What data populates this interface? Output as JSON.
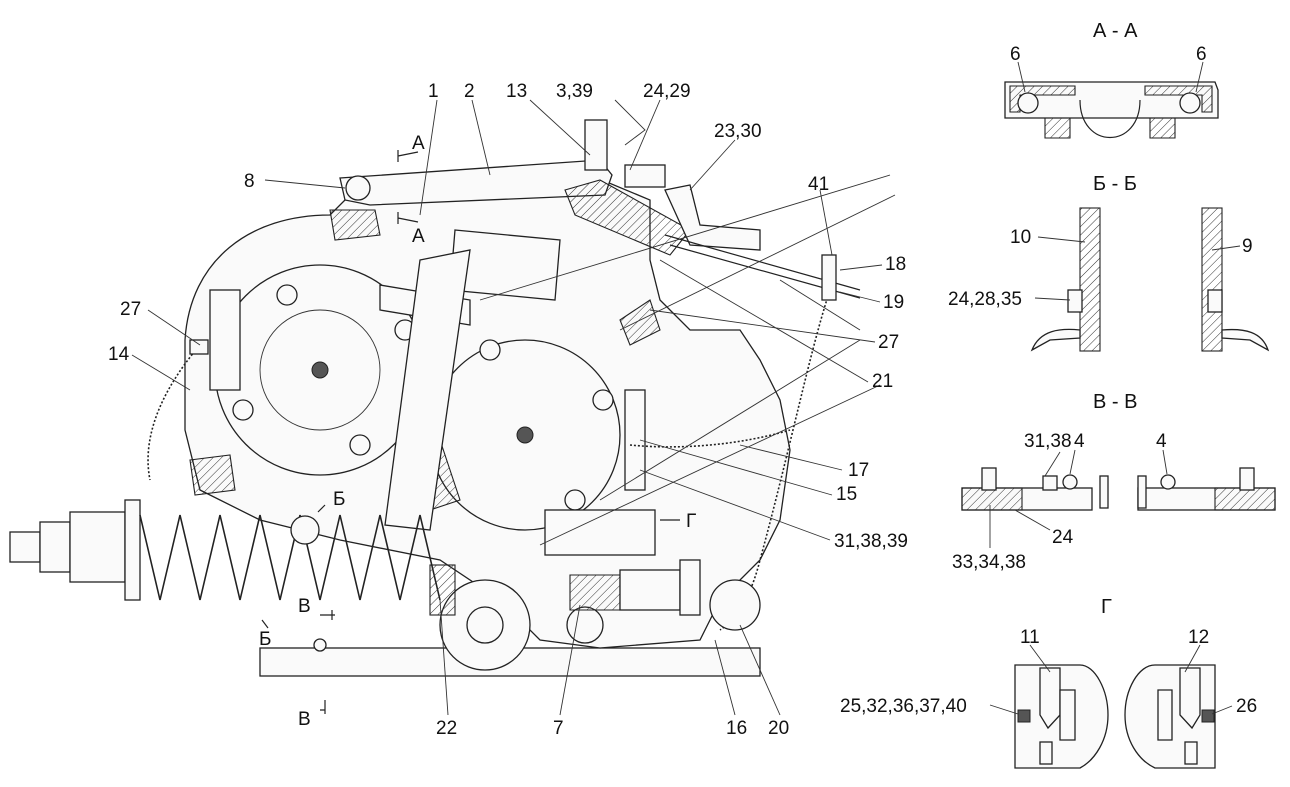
{
  "section_titles": {
    "aa": "А - А",
    "bb": "Б - Б",
    "vv": "В - В",
    "g": "Г"
  },
  "main_labels": {
    "l1": "1",
    "l2": "2",
    "l13": "13",
    "l3_39": "3,39",
    "l24_29": "24,29",
    "l23_30": "23,30",
    "l8": "8",
    "l41": "41",
    "l18": "18",
    "l19": "19",
    "l27a": "27",
    "l27b": "27",
    "l14": "14",
    "l21": "21",
    "l17": "17",
    "l15": "15",
    "l31_38_39": "31,38,39",
    "l22": "22",
    "l7": "7",
    "l16": "16",
    "l20": "20"
  },
  "cut_marks": {
    "a_top": "А",
    "a_bottom": "А",
    "b_top": "Б",
    "b_bottom": "Б",
    "v_top": "В",
    "v_bottom": "В",
    "g": "Г"
  },
  "aa_labels": {
    "left": "6",
    "right": "6"
  },
  "bb_labels": {
    "l10": "10",
    "l9": "9",
    "l24_28_35": "24,28,35"
  },
  "vv_labels": {
    "l31_38": "31,38",
    "l4a": "4",
    "l4b": "4",
    "l24": "24",
    "l33_34_38": "33,34,38"
  },
  "g_labels": {
    "l11": "11",
    "l12": "12",
    "l25_32": "25,32,36,37,40",
    "l26": "26"
  }
}
